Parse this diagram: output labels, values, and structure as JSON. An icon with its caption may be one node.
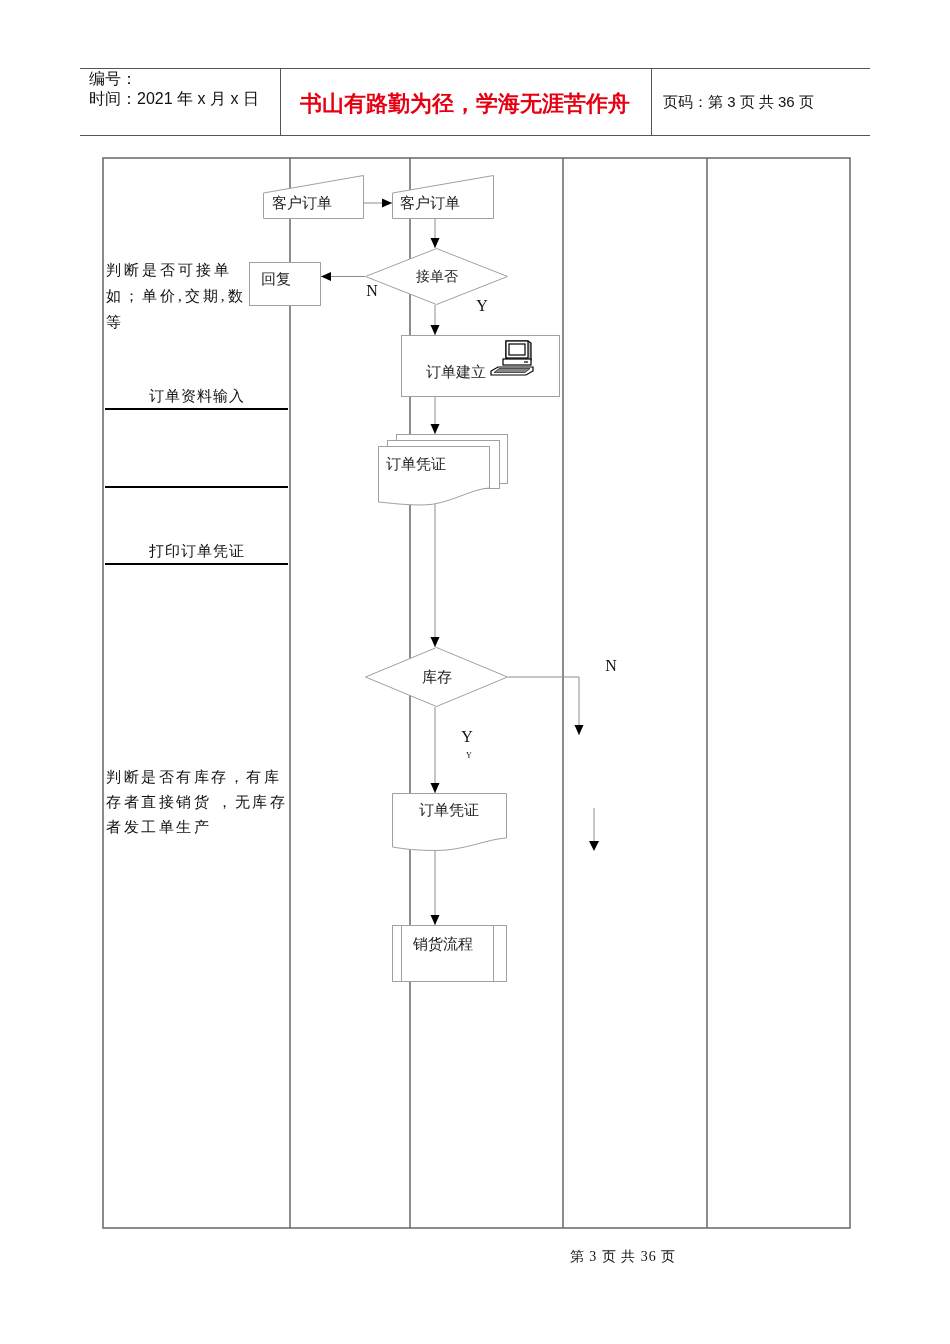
{
  "diagram": {
    "nodes": [
      {
        "text": [
          "客户订单"
        ]
      },
      {
        "text": [
          "客户订单"
        ]
      },
      {
        "text": [
          "接单否"
        ]
      },
      {
        "text": [
          "回复"
        ]
      },
      {
        "text": [
          "订单建立"
        ]
      },
      {
        "text": [
          "订单凭证"
        ]
      },
      {
        "text": [
          "库存"
        ]
      },
      {
        "text": [
          "订单凭证"
        ]
      },
      {
        "text": [
          "销货流程"
        ]
      }
    ],
    "edges": [
      {
        "from": 0,
        "to": 1,
        "arrow": "to"
      },
      {
        "from": 1,
        "to": 2,
        "arrow": "to"
      },
      {
        "from": 2,
        "to": 3,
        "arrow": "to",
        "label": "N"
      },
      {
        "from": 2,
        "to": 4,
        "arrow": "to",
        "label": "Y"
      },
      {
        "from": 4,
        "to": 5,
        "arrow": "to"
      },
      {
        "from": 5,
        "to": 6,
        "arrow": "to"
      },
      {
        "from": 6,
        "to": null,
        "arrow": "to",
        "label": "N"
      },
      {
        "from": 6,
        "to": 7,
        "arrow": "to",
        "label": "Y"
      },
      {
        "from": 7,
        "to": 8,
        "arrow": "to"
      }
    ],
    "labels": [
      "编号：",
      "时间：2021 年 x 月 x 日",
      "书山有路勤为径，学海无涯苦作舟",
      "页码：第 3 页 共 36 页",
      "判断是否可接单如；单价,交期,数等",
      "订单资料输入",
      "打印订单凭证",
      "Y",
      "判断是否有库存，有库存者直接销货 ，无库存者发工单生产",
      "第 3 页 共 36 页"
    ]
  }
}
